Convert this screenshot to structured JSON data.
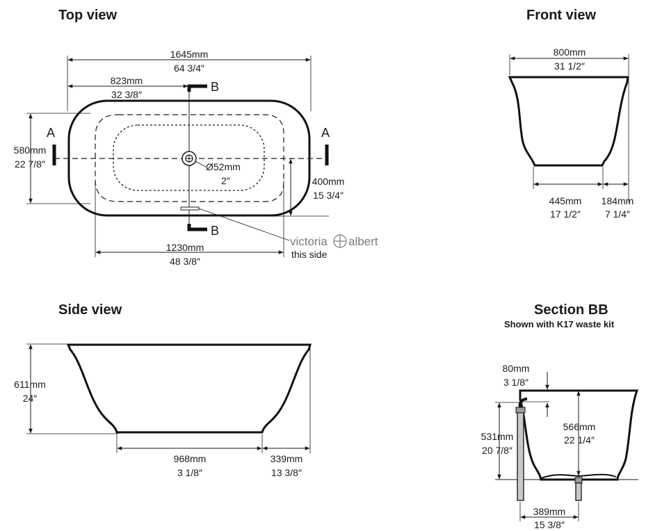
{
  "top_view": {
    "title": "Top view",
    "overall_width_mm": "1645mm",
    "overall_width_in": "64 3/4″",
    "half_width_mm": "823mm",
    "half_width_in": "32 3/8″",
    "depth_mm": "580mm",
    "depth_in": "22 7/8″",
    "waste_dia_mm": "Ø52mm",
    "waste_dia_in": "2″",
    "inner_offset_mm": "400mm",
    "inner_offset_in": "15 3/4″",
    "inner_length_mm": "1230mm",
    "inner_length_in": "48 3/8″",
    "section_a": "A",
    "section_b": "B",
    "brand_left": "victoria",
    "brand_right": "albert",
    "brand_note": "this side"
  },
  "front_view": {
    "title": "Front view",
    "width_mm": "800mm",
    "width_in": "31 1/2″",
    "base_mm": "445mm",
    "base_in": "17 1/2″",
    "flare_mm": "184mm",
    "flare_in": "7 1/4″"
  },
  "side_view": {
    "title": "Side view",
    "height_mm": "611mm",
    "height_in": "24″",
    "base_mm": "968mm",
    "base_in": "3 1/8″",
    "flare_mm": "339mm",
    "flare_in": "13 3/8″"
  },
  "section_bb": {
    "title": "Section BB",
    "subtitle": "Shown with K17 waste kit",
    "rim_mm": "80mm",
    "rim_in": "3 1/8″",
    "overflow_mm": "531mm",
    "overflow_in": "20 7/8″",
    "inner_height_mm": "566mm",
    "inner_height_in": "22 1/4″",
    "waste_offset_mm": "389mm",
    "waste_offset_in": "15 3/8″"
  }
}
